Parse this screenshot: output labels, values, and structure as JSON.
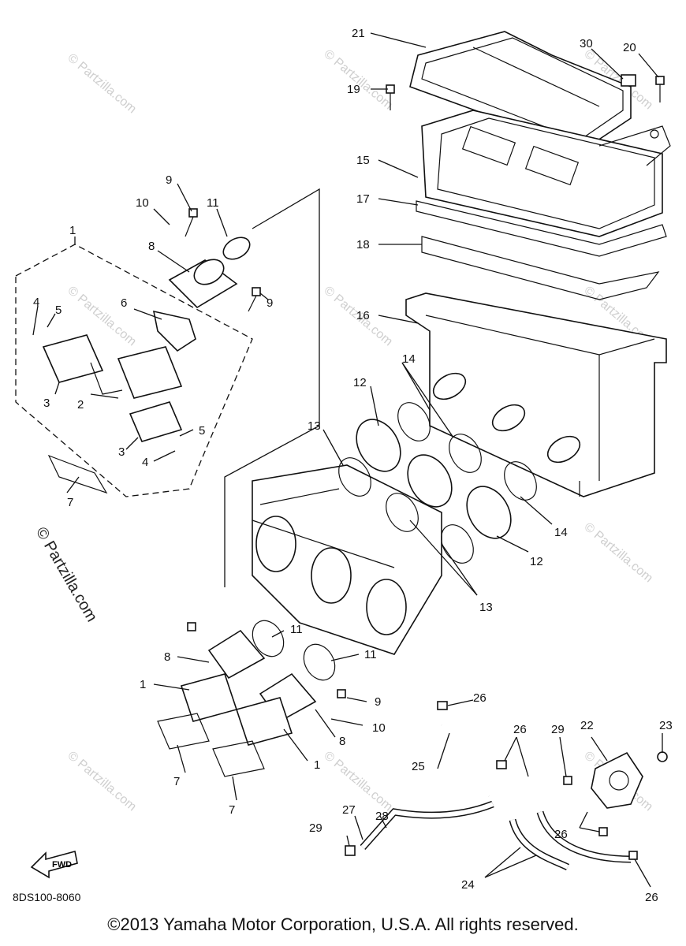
{
  "watermark_text": "© Partzilla.com",
  "drawing_code": "8DS100-8060",
  "copyright": "©2013 Yamaha Motor Corporation, U.S.A. All rights reserved.",
  "fwd_label": "FWD",
  "labels": {
    "l1a": "1",
    "l1b": "1",
    "l1c": "1",
    "l2": "2",
    "l3a": "3",
    "l3b": "3",
    "l4a": "4",
    "l4b": "4",
    "l5a": "5",
    "l5b": "5",
    "l6": "6",
    "l7a": "7",
    "l7b": "7",
    "l7c": "7",
    "l8a": "8",
    "l8b": "8",
    "l8c": "8",
    "l9a": "9",
    "l9b": "9",
    "l9c": "9",
    "l10a": "10",
    "l10b": "10",
    "l11a": "11",
    "l11b": "11",
    "l11c": "11",
    "l12a": "12",
    "l12b": "12",
    "l13a": "13",
    "l13b": "13",
    "l14a": "14",
    "l14b": "14",
    "l15": "15",
    "l16": "16",
    "l17": "17",
    "l18": "18",
    "l19": "19",
    "l20": "20",
    "l21": "21",
    "l22": "22",
    "l23": "23",
    "l24": "24",
    "l25": "25",
    "l26a": "26",
    "l26b": "26",
    "l26c": "26",
    "l26d": "26",
    "l27": "27",
    "l28": "28",
    "l29a": "29",
    "l29b": "29",
    "l30": "30"
  }
}
